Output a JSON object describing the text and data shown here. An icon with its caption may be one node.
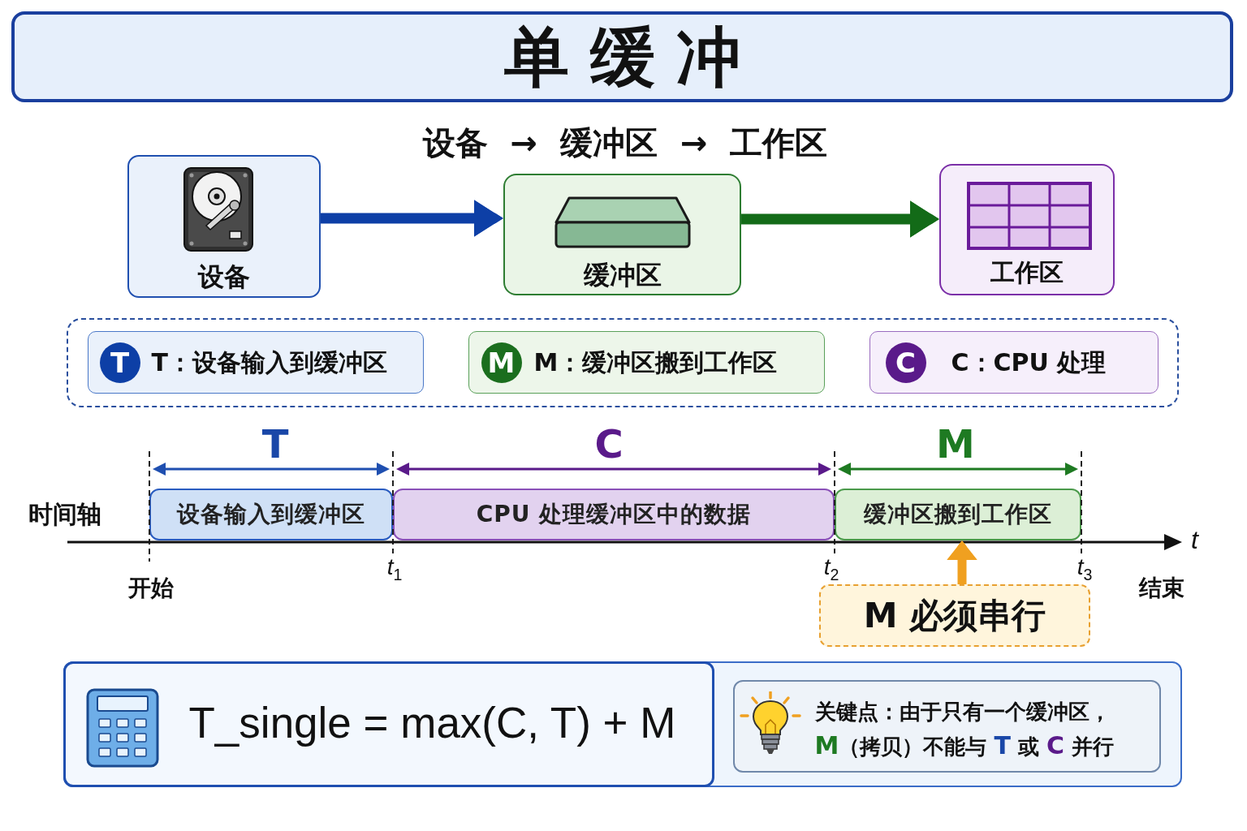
{
  "diagram": {
    "title": "单缓冲",
    "nodes": [
      {
        "text": [
          "设备"
        ]
      },
      {
        "text": [
          "缓冲区"
        ]
      },
      {
        "text": [
          "工作区"
        ]
      },
      {
        "text": [],
        "shape": "box"
      },
      {
        "text": [
          "T",
          "T：设备输入到缓冲区"
        ],
        "in": 3
      },
      {
        "text": [
          "M",
          "M：缓冲区搬到工作区"
        ],
        "in": 3
      },
      {
        "text": [
          "C",
          "C：CPU 处理"
        ],
        "in": 3
      },
      {
        "text": [
          "设备输入到缓冲区"
        ]
      },
      {
        "text": [
          "CPU 处理缓冲区中的数据"
        ]
      },
      {
        "text": [
          "缓冲区搬到工作区"
        ]
      },
      {
        "text": [
          "M 必须串行"
        ]
      },
      {
        "text": [],
        "shape": "box"
      },
      {
        "text": [
          "T_single = max(C, T) + M"
        ],
        "in": 11
      },
      {
        "text": [
          "关键点：由于只有一个缓冲区，**M**（拷贝）不能与 **T** 或 **C** 并行"
        ],
        "in": 11
      }
    ],
    "edges": [
      {
        "from": 0,
        "to": 1,
        "arrow": "to",
        "color": "#0d3fa6"
      },
      {
        "from": 1,
        "to": 2,
        "arrow": "to",
        "color": "#136b18"
      },
      {
        "from": 10,
        "to": 9,
        "arrow": "to",
        "color": "#f0a020"
      }
    ],
    "labels": [
      "设备 → 缓冲区 → 工作区",
      "T",
      "C",
      "M",
      "时间轴",
      "t",
      "*t*$_{1}$",
      "*t*$_{2}$",
      "*t*$_{3}$",
      "开始",
      "结束"
    ]
  }
}
